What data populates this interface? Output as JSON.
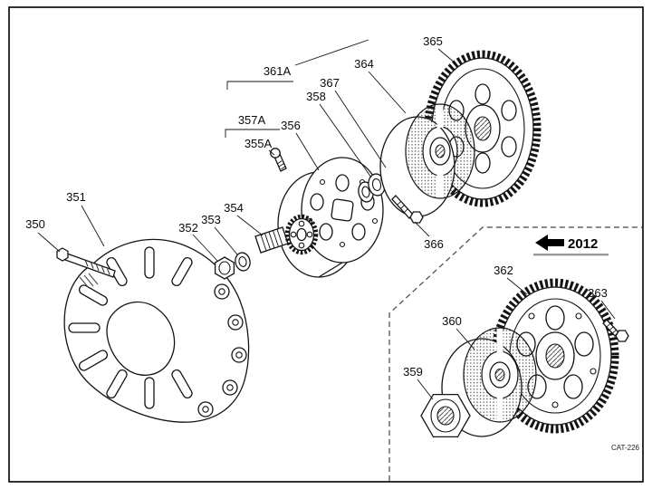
{
  "figure": {
    "catalog_code": "CAT-226",
    "revision_tag": {
      "year": "2012",
      "arrow_icon": "left-arrow"
    },
    "callouts": {
      "n350": "350",
      "n351": "351",
      "n352": "352",
      "n353": "353",
      "n354": "354",
      "n355A": "355A",
      "n356": "356",
      "n357A": "357A",
      "n358": "358",
      "n361A": "361A",
      "n364": "364",
      "n365": "365",
      "n366": "366",
      "n367": "367",
      "n359": "359",
      "n360": "360",
      "n362": "362",
      "n363": "363"
    }
  }
}
